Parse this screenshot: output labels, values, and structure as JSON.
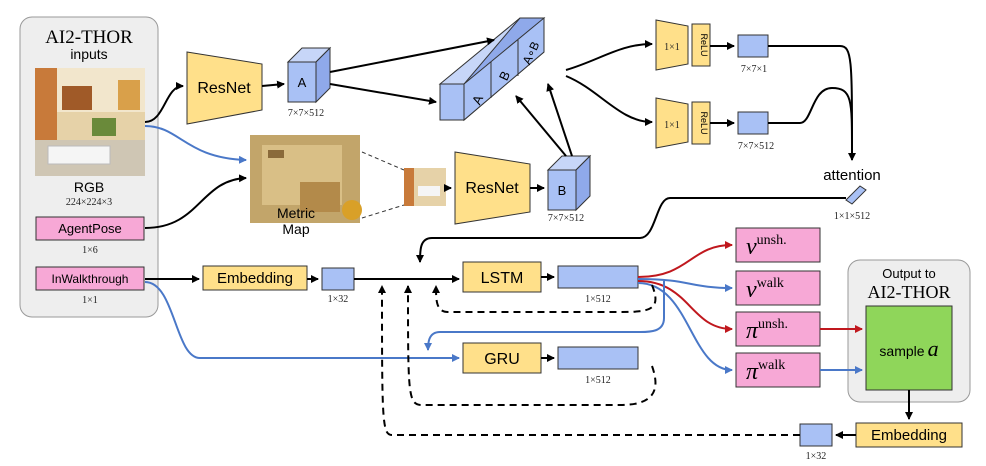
{
  "inputs_panel": {
    "title": "AI2-THOR",
    "subtitle": "inputs",
    "rgb_label": "RGB",
    "rgb_dims": "224×224×3",
    "agentpose_label": "AgentPose",
    "agentpose_dims": "1×6",
    "inwalkthrough_label": "InWalkthrough",
    "inwalkthrough_dims": "1×1"
  },
  "visual_branch": {
    "resnet_top_label": "ResNet",
    "feature_a_label": "A",
    "feature_a_dims": "7×7×512",
    "resnet_bottom_label": "ResNet",
    "feature_b_label": "B",
    "feature_b_dims": "7×7×512",
    "concat_labels": [
      "A",
      "B",
      "A∘B"
    ],
    "metric_map_line1": "Metric",
    "metric_map_line2": "Map"
  },
  "attention_branch": {
    "conv_label": "1×1",
    "relu_label": "ReLU",
    "top_out_dims": "7×7×1",
    "bottom_out_dims": "7×7×512",
    "attention_label": "attention",
    "attention_dims": "1×1×512"
  },
  "recurrent": {
    "embedding_label": "Embedding",
    "embedding_dims": "1×32",
    "lstm_label": "LSTM",
    "lstm_dims": "1×512",
    "gru_label": "GRU",
    "gru_dims": "1×512"
  },
  "heads": {
    "v_unsh": "v",
    "v_unsh_sup": "unsh.",
    "v_walk": "v",
    "v_walk_sup": "walk",
    "pi_unsh": "π",
    "pi_unsh_sup": "unsh.",
    "pi_walk": "π",
    "pi_walk_sup": "walk"
  },
  "output_panel": {
    "title_line1": "Output to",
    "title_line2": "AI2-THOR",
    "sample_label": "sample",
    "sample_var": "a",
    "embedding_label": "Embedding",
    "embedding_dims": "1×32"
  },
  "colors": {
    "yellow": "#ffe08a",
    "blue": "#a9c1f5",
    "pink": "#f7a8d6",
    "green": "#8fd65a",
    "red_arrow": "#c0181e",
    "blue_arrow": "#4a78c8",
    "panel_gray": "#eeeeee"
  }
}
